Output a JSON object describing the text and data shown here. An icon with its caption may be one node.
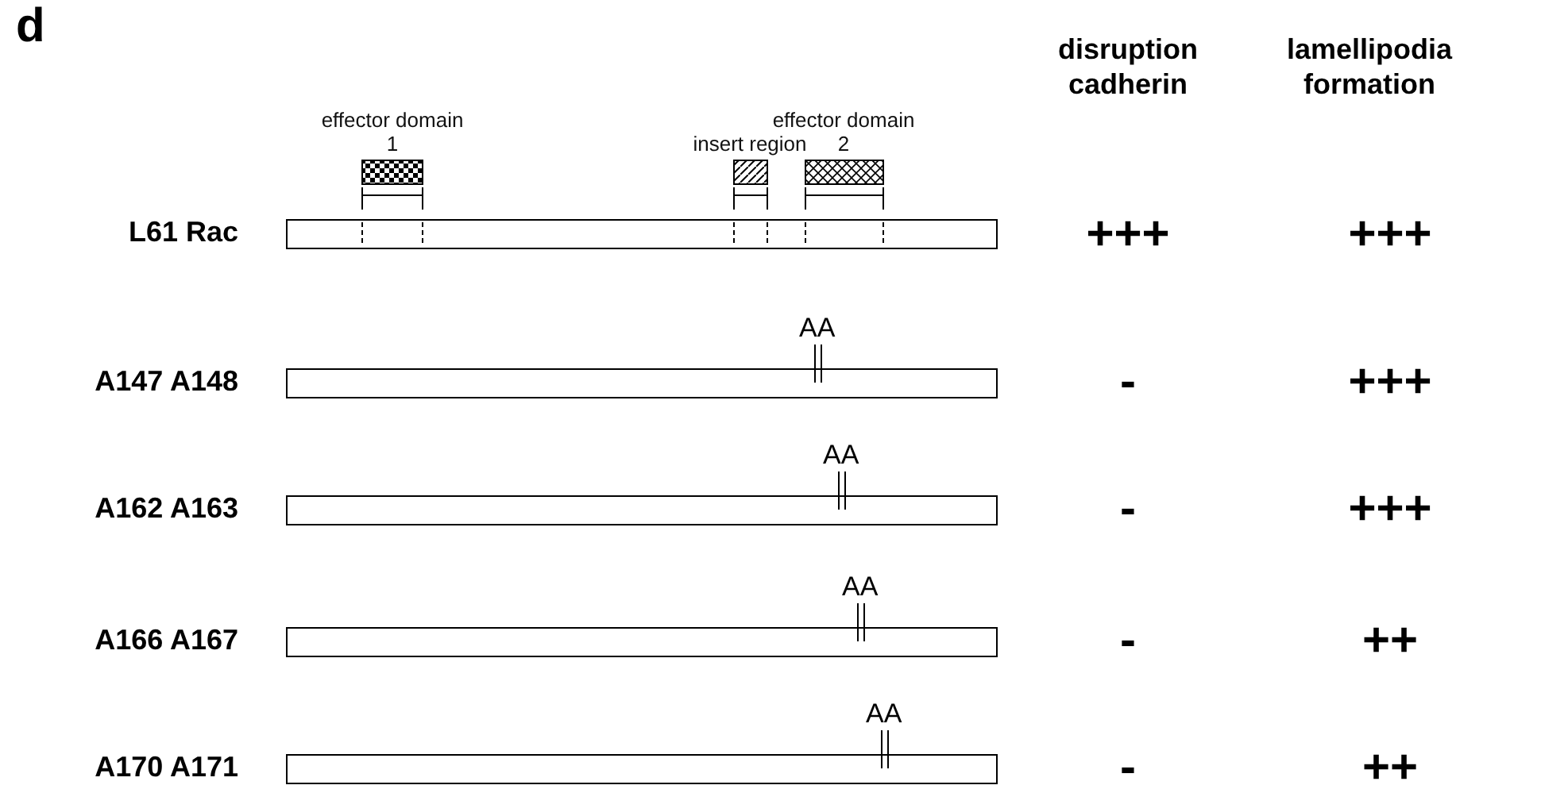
{
  "diagram": {
    "title": "d",
    "nodes": [
      {
        "text": [
          "effector domain 1"
        ]
      },
      {
        "text": [
          "insert region"
        ]
      },
      {
        "text": [
          "effector domain 2"
        ]
      },
      {
        "text": [],
        "shape": "bar",
        "beside": [
          "L61 Rac"
        ]
      },
      {
        "text": [],
        "shape": "bar",
        "beside": [
          "A147 A148"
        ]
      },
      {
        "text": [],
        "shape": "bar",
        "beside": [
          "A162 A163"
        ]
      },
      {
        "text": [],
        "shape": "bar",
        "beside": [
          "A166 A167"
        ]
      },
      {
        "text": [],
        "shape": "bar",
        "beside": [
          "A170 A171"
        ]
      }
    ],
    "labels": [
      "disruption cadherin",
      "lamellipodia formation",
      "+++",
      "+++",
      "AA",
      "-",
      "+++",
      "AA",
      "-",
      "+++",
      "AA",
      "-",
      "++",
      "AA",
      "-",
      "++"
    ]
  }
}
